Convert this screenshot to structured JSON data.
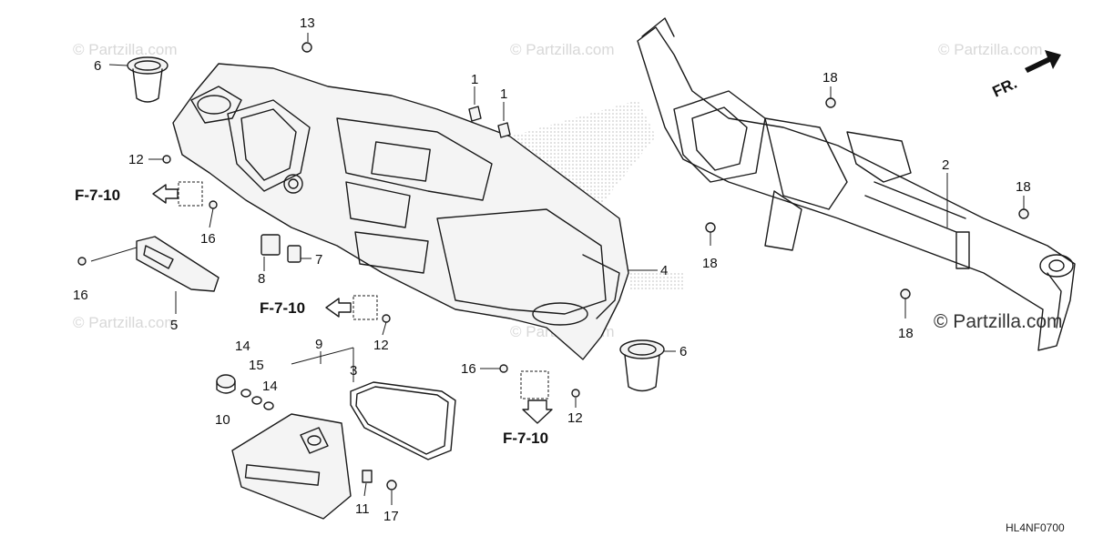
{
  "watermark": "© Partzilla.com",
  "watermark_corner": "© Partzilla.com",
  "direction_label": "FR.",
  "diagram_code": "HL4NF0700",
  "reference_label": "F-7-10",
  "callouts": {
    "c1a": "1",
    "c1b": "1",
    "c2": "2",
    "c3": "3",
    "c4": "4",
    "c5": "5",
    "c6a": "6",
    "c6b": "6",
    "c7": "7",
    "c8": "8",
    "c9": "9",
    "c10": "10",
    "c11": "11",
    "c12a": "12",
    "c12b": "12",
    "c12c": "12",
    "c13": "13",
    "c14a": "14",
    "c14b": "14",
    "c15": "15",
    "c16a": "16",
    "c16b": "16",
    "c16c": "16",
    "c17": "17",
    "c18a": "18",
    "c18b": "18",
    "c18c": "18",
    "c18d": "18"
  },
  "icons": [
    "arrow-icon",
    "clip-icon",
    "bolt-icon",
    "grommet-icon"
  ]
}
